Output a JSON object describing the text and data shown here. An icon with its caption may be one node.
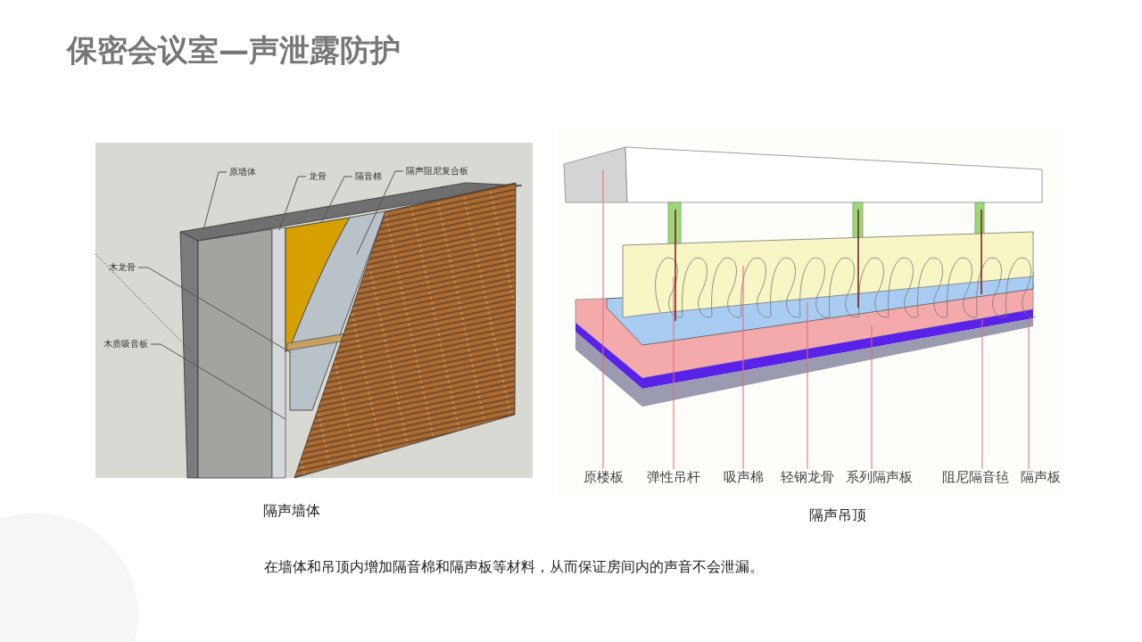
{
  "diagram": {
    "title": "保密会议室—声泄露防护",
    "caption": "在墙体和吊顶内增加隔音棉和隔声板等材料，从而保证房间内的声音不会泄漏。",
    "nodes": [
      {
        "text": [
          "原墙体"
        ]
      },
      {
        "text": [
          "龙骨"
        ]
      },
      {
        "text": [
          "隔音棉"
        ]
      },
      {
        "text": [
          "隔声阻尼复合板"
        ]
      },
      {
        "text": [
          "木龙骨"
        ]
      },
      {
        "text": [
          "木质吸音板"
        ]
      },
      {
        "text": [
          "原楼板"
        ]
      },
      {
        "text": [
          "弹性吊杆"
        ]
      },
      {
        "text": [
          "吸声棉"
        ]
      },
      {
        "text": [
          "轻钢龙骨"
        ]
      },
      {
        "text": [
          "系列隔声板"
        ]
      },
      {
        "text": [
          "阻尼隔音毡"
        ]
      },
      {
        "text": [
          "隔声板"
        ]
      }
    ],
    "edges": [
      {
        "from": 0,
        "to": null,
        "arrow": "none",
        "color": "#555555"
      },
      {
        "from": 1,
        "to": null,
        "arrow": "none",
        "color": "#555555"
      },
      {
        "from": 2,
        "to": null,
        "arrow": "none",
        "color": "#555555"
      },
      {
        "from": 3,
        "to": null,
        "arrow": "none",
        "color": "#555555"
      },
      {
        "from": 4,
        "to": null,
        "arrow": "none",
        "color": "#555555"
      },
      {
        "from": 5,
        "to": null,
        "arrow": "none",
        "color": "#555555"
      },
      {
        "from": 6,
        "to": null,
        "arrow": "none"
      },
      {
        "from": 7,
        "to": null,
        "arrow": "none"
      },
      {
        "from": 8,
        "to": null,
        "arrow": "none"
      },
      {
        "from": 9,
        "to": null,
        "arrow": "none"
      },
      {
        "from": 10,
        "to": null,
        "arrow": "none"
      },
      {
        "from": 11,
        "to": null,
        "arrow": "none"
      },
      {
        "from": 12,
        "to": null,
        "arrow": "none"
      }
    ],
    "labels": [
      "隔声墙体",
      "隔声吊顶"
    ]
  }
}
